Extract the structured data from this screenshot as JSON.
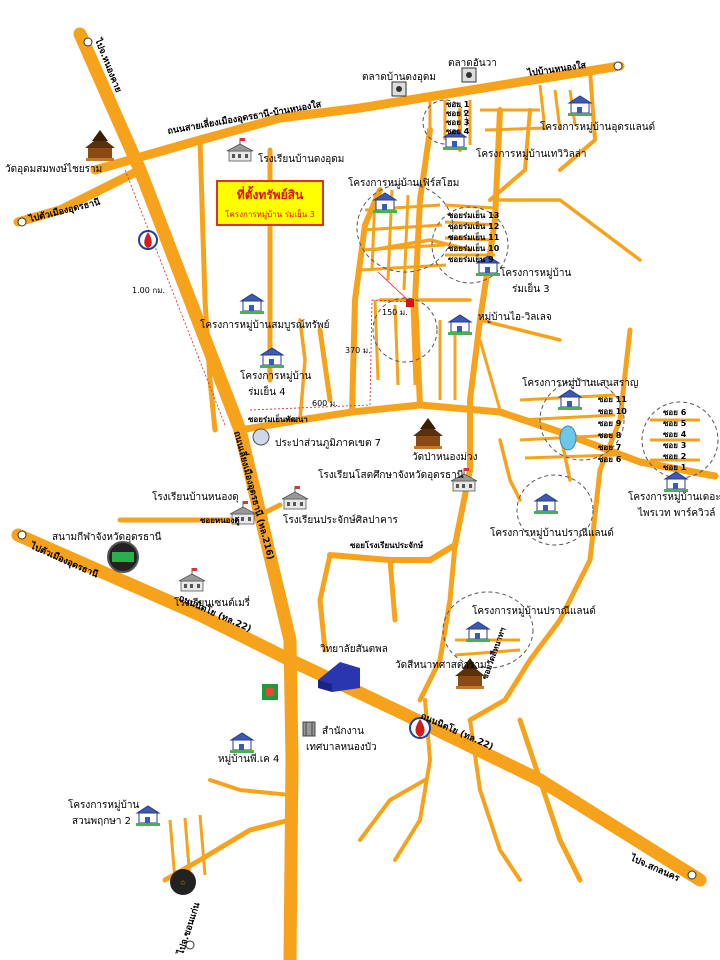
{
  "callout": {
    "title": "ที่ตั้งทรัพย์สิน",
    "subtitle": "โครงการหมู่บ้าน ร่มเย็น 3"
  },
  "roads": {
    "r_udon_nongsai": "ถนนสายเลี่ยงเมืองอุดรธานี-บ้านหนองใส",
    "r_216": "ถนนเลี่ยงเมืองอุดรธานี (ทล.216)",
    "r_nittayo_22a": "ถนนนิตโย (ทล.22)",
    "r_nittayo_22b": "ถนนนิตโย (ทล.22)",
    "r_nongkhai": "ไปจ.หนองคาย",
    "r_nongsai": "ไปบ้านหนองใส",
    "r_city1": "ไปตัวเมืองอุดรธานี",
    "r_city2": "ไปตัวเมืองอุดรธานี",
    "r_sakon": "ไปจ.สกลนคร",
    "r_khonkaen": "ไปจ.ขอนแก่น",
    "r_soi_phattana": "ซอยร่มเย็นพัฒนา",
    "r_soi_prajak": "ซอยโรงเรียนประจักษ์",
    "r_soi_nongdu": "ซอยหนองดู่",
    "r_soi_vat": "ซอยวัดสีหนาทฯ"
  },
  "labels": {
    "market1": "ตลาดบ้านดงอุดม",
    "market2": "ตลาดอันวา",
    "wat_udom": "วัดอุดมสมพงษ์ไชยราม",
    "school_dong": "โรงเรียนบ้านดงอุดม",
    "proj_udon_land": "โครงการหมู่บ้านอุดรแลนด์",
    "proj_hevilla": "โครงการหมู่บ้านเทวิวิลล่า",
    "proj_firstome": "โครงการหมู่บ้านเฟิร์สโฮม",
    "proj_romyen3a": "โครงการหมู่บ้าน",
    "proj_romyen3b": "ร่มเย็น 3",
    "proj_samboon": "โครงการหมู่บ้านสมบูรณ์ทรัพย์",
    "proj_romyen4a": "โครงการหมู่บ้าน",
    "proj_romyen4b": "ร่มเย็น 4",
    "village_isan": "หมู่บ้านไอ-วิลเลจ",
    "proj_sengsaran": "โครงการหมู่บ้านแสนสราญ",
    "proj_pairwe_a": "โครงการหมู่บ้านเดอะ",
    "proj_pairwe_b": "ไพรเวท พาร์ควิวล์",
    "water": "ประปาส่วนภูมิภาคเขต 7",
    "wat_nongmuang": "วัดป่าหนองม่วง",
    "school_sot": "โรงเรียนโสตศึกษาจังหวัดอุดรธานี",
    "school_nongdu": "โรงเรียนบ้านหนองดุ",
    "school_prajak": "โรงเรียนประจักษ์ศิลปาคาร",
    "stadium": "สนามกีฬาจังหวัดอุดรธานี",
    "school_xavier": "โรงเรียนเซนต์เมรี่",
    "proj_pranee1": "โครงการหมู่บ้านปราณีแลนด์",
    "proj_pranee2": "โครงการหมู่บ้านปราณีแลนด์",
    "college": "วิทยาลัยสันตพล",
    "wat_sihanat": "วัดสีหนาทศาสตาราม",
    "office1": "สำนักงาน",
    "office2": "เทศบาลหนองบัว",
    "village_pk4": "หมู่บ้านพี.เค 4",
    "proj_suan_a": "โครงการหมู่บ้าน",
    "proj_suan_b": "สวนพฤกษา 2"
  },
  "distances": {
    "d1": "1.00 กม.",
    "d2": "600 ม.",
    "d3": "150 ม.",
    "d4": "370 ม."
  },
  "soi_lists": {
    "udon_land": [
      "ซอย 1",
      "ซอย 2",
      "ซอย 3",
      "ซอย 4"
    ],
    "romyen": [
      "ซอยร่มเย็น 13",
      "ซอยร่มเย็น 12",
      "ซอยร่มเย็น 11",
      "ซอยร่มเย็น 10",
      "ซอยร่มเย็น 9"
    ],
    "pairwe": [
      "ซอย 6",
      "ซอย 5",
      "ซอย 4",
      "ซอย 3",
      "ซอย 2",
      "ซอย 1"
    ],
    "sengsaran": [
      "ซอย 11",
      "ซอย 10",
      "ซอย 9",
      "ซอย 8",
      "ซอย 7",
      "ซอย 6"
    ]
  },
  "colors": {
    "road": "#f7a21b",
    "road_edge": "#d4820a",
    "callout_bg": "#ffff00",
    "callout_text": "#e01010"
  },
  "icons": [
    "house-icon",
    "temple-icon",
    "school-icon",
    "market-icon",
    "gas-station-icon",
    "stadium-icon",
    "building-icon"
  ]
}
